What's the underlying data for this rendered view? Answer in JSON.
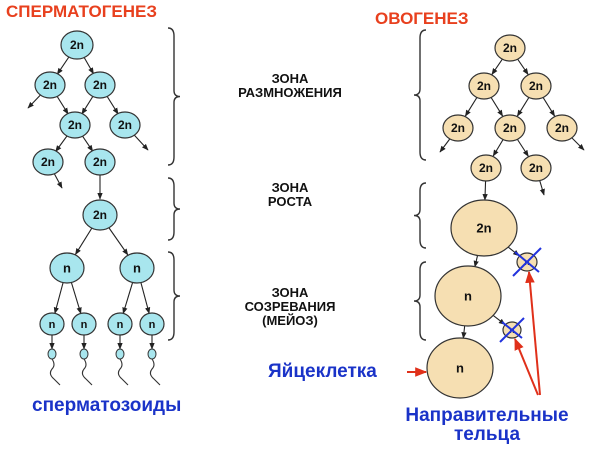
{
  "titles": {
    "left": "СПЕРМАТОГЕНЕЗ",
    "right": "ОВОГЕНЕЗ"
  },
  "zones": [
    {
      "line1": "ЗОНА",
      "line2": "РАЗМНОЖЕНИЯ",
      "line3": ""
    },
    {
      "line1": "ЗОНА",
      "line2": "РОСТА",
      "line3": ""
    },
    {
      "line1": "ЗОНА",
      "line2": "СОЗРЕВАНИЯ",
      "line3": "(МЕЙОЗ)"
    }
  ],
  "cell_labels": {
    "diploid": "2n",
    "haploid": "n"
  },
  "labels": {
    "egg": "Яйцеклетка",
    "sperm": "сперматозоиды",
    "polar_line1": "Направительные",
    "polar_line2": "тельца"
  },
  "colors": {
    "title_red": "#e8401e",
    "sperm_cell": "#a8e6ee",
    "egg_cell": "#f6dfb2",
    "label_blue": "#1a33c8",
    "arrow_red": "#e0301a",
    "cross_blue": "#2233dd"
  }
}
